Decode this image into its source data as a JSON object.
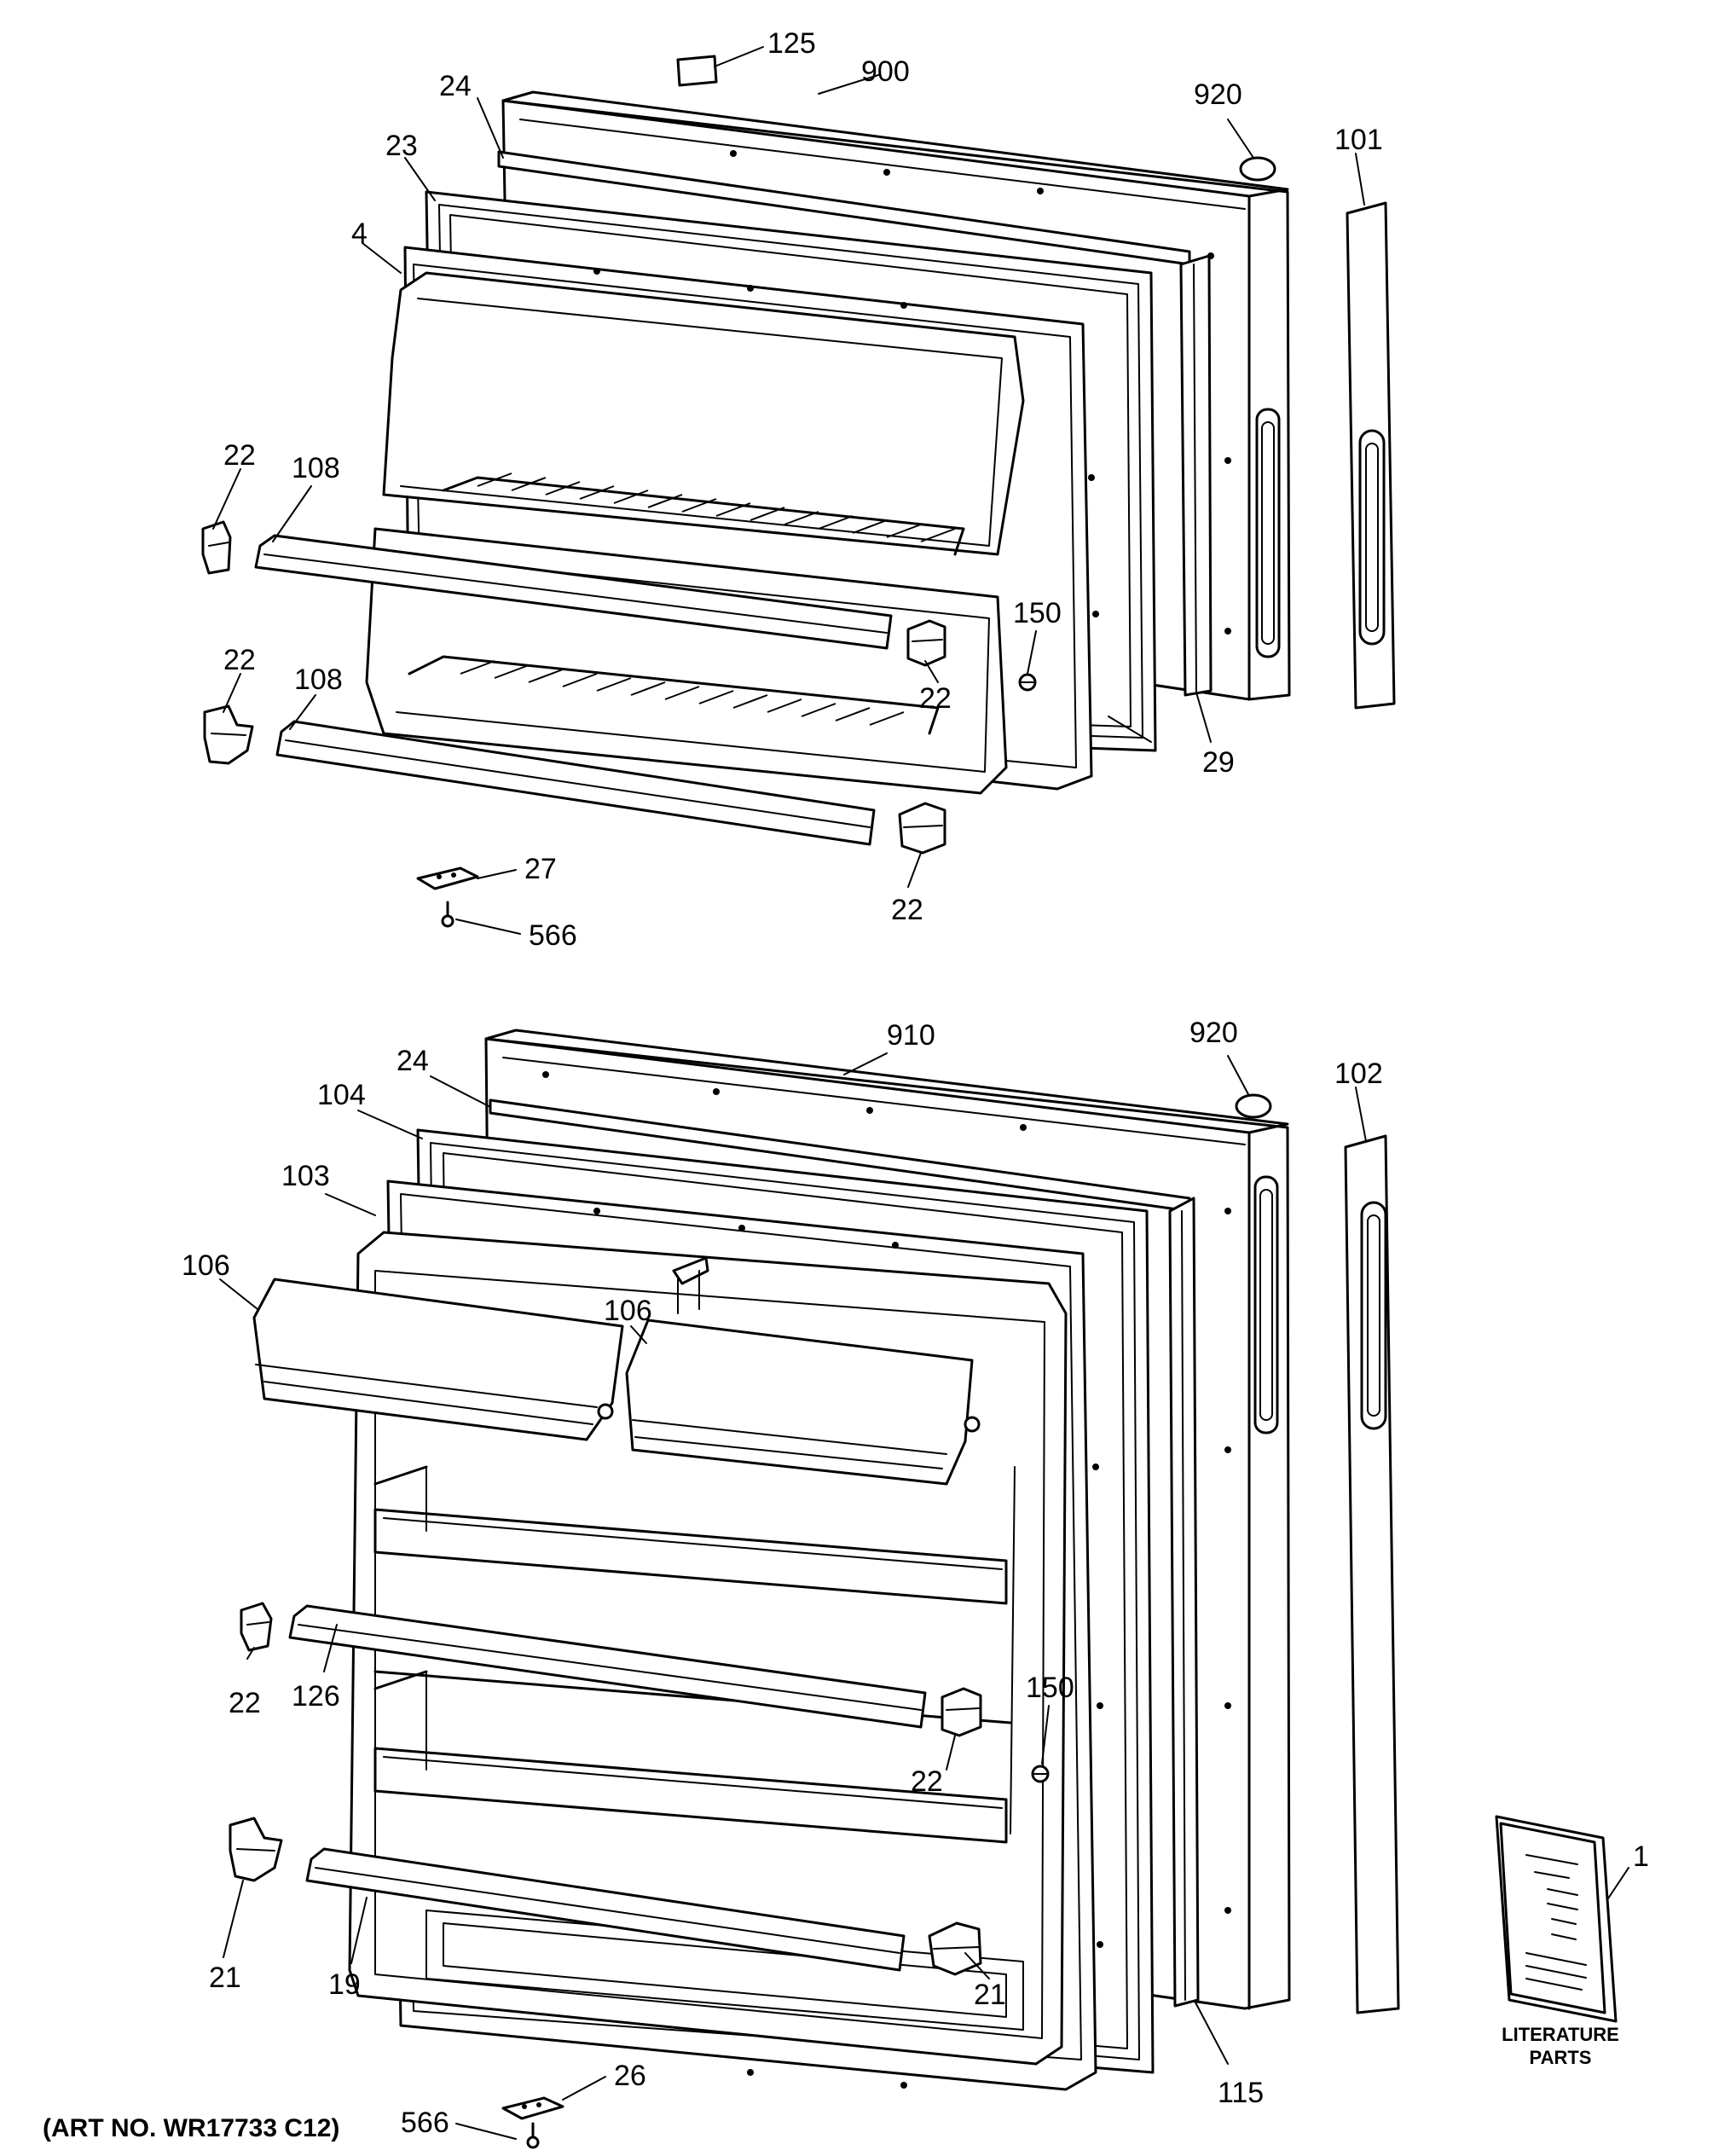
{
  "callouts": {
    "c125": "125",
    "c900": "900",
    "c24a": "24",
    "c920a": "920",
    "c101": "101",
    "c23": "23",
    "c4": "4",
    "c22a": "22",
    "c108a": "108",
    "c150a": "150",
    "c22b": "22",
    "c22c": "22",
    "c108b": "108",
    "c29": "29",
    "c22d": "22",
    "c27": "27",
    "c566a": "566",
    "c910": "910",
    "c920b": "920",
    "c102": "102",
    "c24b": "24",
    "c104": "104",
    "c103": "103",
    "c106a": "106",
    "c106b": "106",
    "c22e": "22",
    "c126": "126",
    "c150b": "150",
    "c22f": "22",
    "c21a": "21",
    "c19": "19",
    "c21b": "21",
    "c1": "1",
    "c115": "115",
    "c26": "26",
    "c566b": "566"
  },
  "literature": {
    "line1": "LITERATURE",
    "line2": "PARTS"
  },
  "art_number": "(ART NO. WR17733 C12)"
}
